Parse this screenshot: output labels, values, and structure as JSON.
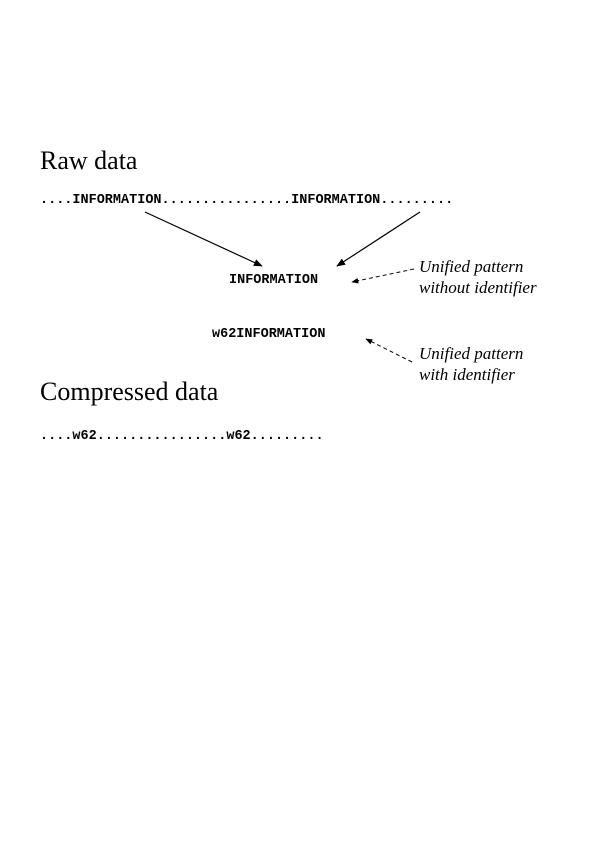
{
  "raw": {
    "heading": "Raw data",
    "sequence": {
      "dots_1": "....",
      "word_1": "INFORMATION",
      "dots_2": "................",
      "word_2": "INFORMATION",
      "dots_3": "........."
    }
  },
  "patterns": {
    "unified": "INFORMATION",
    "unified_note_line1": "Unified pattern",
    "unified_note_line2": "without identifier",
    "identified": "w62INFORMATION",
    "identified_note_line1": "Unified pattern",
    "identified_note_line2": "with identifier"
  },
  "compressed": {
    "heading": "Compressed data",
    "sequence": {
      "dots_1": "....",
      "code_1": "w62",
      "dots_2": "................",
      "code_2": "w62",
      "dots_3": "........."
    }
  }
}
